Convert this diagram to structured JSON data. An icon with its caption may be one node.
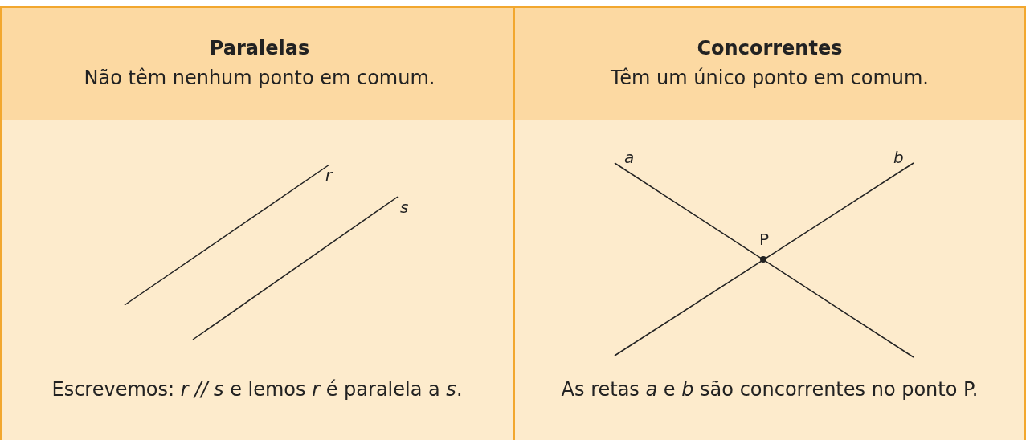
{
  "diagram": {
    "labels": [
      "Paralelas",
      "Não têm nenhum ponto em comum.",
      "Concorrentes",
      "Têm um único ponto em comum.",
      "r",
      "s",
      "Escrevemos: *r // s* e lemos *r* é paralela a *s*.",
      "a",
      "b",
      "P",
      "As retas *a* e *b* são concorrentes no ponto P."
    ]
  }
}
